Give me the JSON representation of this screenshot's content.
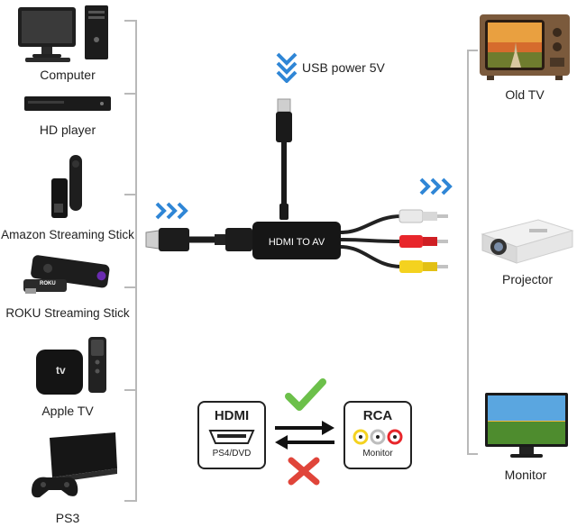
{
  "sources": [
    {
      "label": "Computer",
      "icon": "computer-icon"
    },
    {
      "label": "HD player",
      "icon": "hd-player-icon"
    },
    {
      "label": "Amazon Streaming Stick",
      "icon": "amazon-stick-icon"
    },
    {
      "label": "ROKU Streaming Stick",
      "icon": "roku-stick-icon"
    },
    {
      "label": "Apple TV",
      "icon": "apple-tv-icon"
    },
    {
      "label": "PS3",
      "icon": "ps3-icon"
    }
  ],
  "outputs": [
    {
      "label": "Old TV",
      "icon": "old-tv-icon"
    },
    {
      "label": "Projector",
      "icon": "projector-icon"
    },
    {
      "label": "Monitor",
      "icon": "monitor-icon"
    }
  ],
  "adapter": {
    "box_label": "HDMI TO AV",
    "usb_power": "USB power 5V",
    "roku_logo": "ROKU",
    "appletv_logo": "tv"
  },
  "direction_note": {
    "hdmi_title": "HDMI",
    "hdmi_sub": "PS4/DVD",
    "rca_title": "RCA",
    "rca_sub": "Monitor",
    "allowed_color": "#6cc04a",
    "blocked_color": "#e0453a"
  },
  "colors": {
    "chevron": "#2f86d6",
    "rca_white": "#e9e9e9",
    "rca_red": "#e8262b",
    "rca_yellow": "#f4d21f"
  }
}
